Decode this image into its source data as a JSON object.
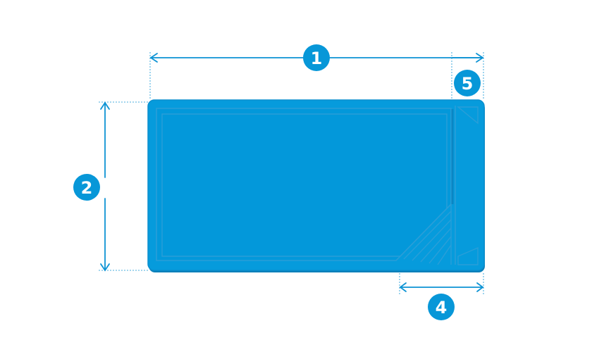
{
  "colors": {
    "pool_fill": "#069bdc",
    "pool_edge": "#0b8fce",
    "pool_inner_line": "#2a9ed8",
    "pool_shadow": "#0a7fb9",
    "dimension_line": "#0d93d4",
    "badge_fill": "#0797d8",
    "badge_text": "#ffffff"
  },
  "badges": {
    "length": "1",
    "width": "2",
    "steps_length": "4",
    "bench_width": "5"
  }
}
